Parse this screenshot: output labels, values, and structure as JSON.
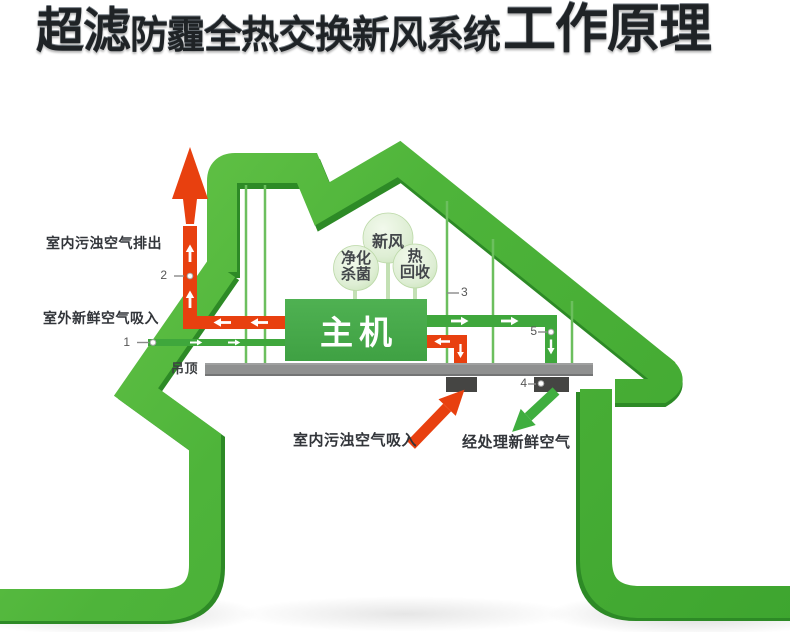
{
  "title": {
    "segment_large_1": "超滤",
    "segment_medium": "防霾全热交换新风系统",
    "segment_large_2": "工作原理"
  },
  "diagram": {
    "main_unit_label": "主机",
    "bubbles": [
      {
        "id": "fresh-air",
        "lines": [
          "新风"
        ]
      },
      {
        "id": "purify-sterilize",
        "lines": [
          "净化",
          "杀菌"
        ]
      },
      {
        "id": "heat-recovery",
        "lines": [
          "热",
          "回收"
        ]
      }
    ],
    "labels": {
      "indoor_dirty_air_out": "室内污浊空气排出",
      "outdoor_fresh_air_in": "室外新鲜空气吸入",
      "ceiling": "吊顶",
      "indoor_dirty_air_suction": "室内污浊空气吸入",
      "treated_fresh_air": "经处理新鲜空气"
    },
    "markers": [
      "1",
      "2",
      "3",
      "4",
      "5"
    ],
    "colors": {
      "ribbon_green": "#4eb43a",
      "ribbon_dark_green": "#2d8a26",
      "pipe_green": "#3fa73c",
      "pipe_red": "#e8400f",
      "bubble_pale_green": "#ddeed3",
      "ceiling_gray": "#8f9090",
      "vent_dark_gray": "#454543",
      "title_ink": "#1f2326"
    }
  }
}
